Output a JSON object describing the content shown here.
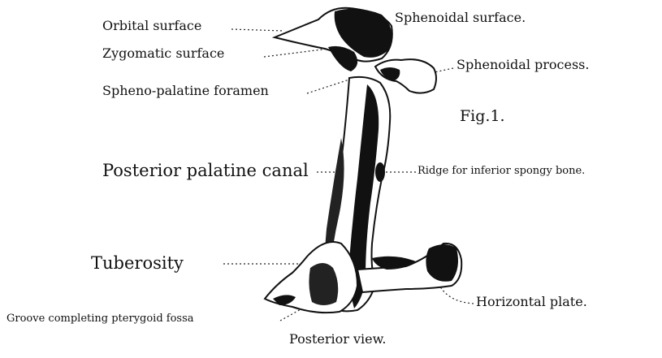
{
  "figure": {
    "fig_label": "Fig.1.",
    "caption": "Posterior view.",
    "ink_color": "#111111",
    "paper_color": "#ffffff"
  },
  "labels": {
    "orbital_surface": "Orbital surface",
    "zygomatic_surface": "Zygomatic surface",
    "spheno_palatine_foramen": "Spheno-palatine foramen",
    "sphenoidal_surface": "Sphenoidal surface.",
    "sphenoidal_process": "Sphenoidal process.",
    "posterior_palatine_canal": "Posterior palatine canal",
    "ridge_inferior_spongy_bone": "Ridge for inferior spongy bone.",
    "tuberosity": "Tuberosity",
    "horizontal_plate": "Horizontal plate.",
    "groove_pterygoid_fossa": "Groove completing pterygoid fossa"
  }
}
